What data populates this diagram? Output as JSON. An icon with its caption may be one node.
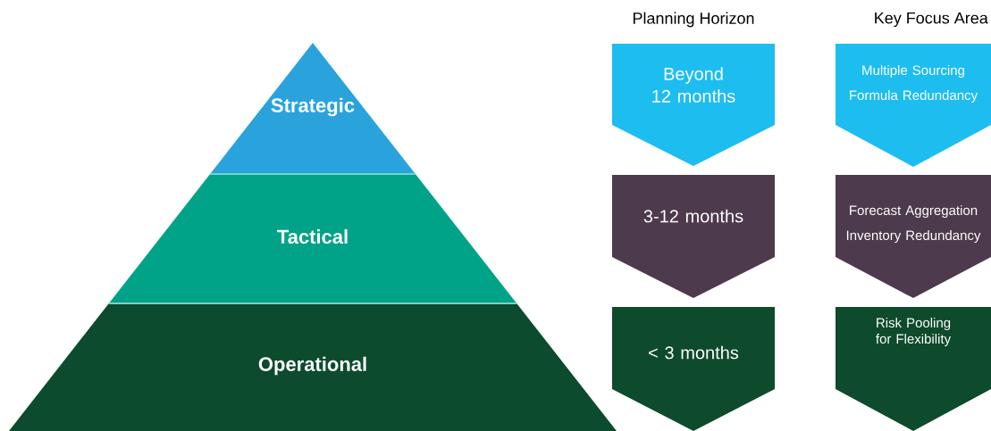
{
  "diagram": {
    "nodes": [
      {
        "text": [
          "Strategic"
        ]
      },
      {
        "text": [
          "Tactical"
        ]
      },
      {
        "text": [
          "Operational"
        ]
      },
      {
        "text": [
          "Beyond 12 months"
        ]
      },
      {
        "text": [
          "Multiple Sourcing",
          "Formula Redundancy"
        ]
      },
      {
        "text": [
          "3-12 months"
        ]
      },
      {
        "text": [
          "Forecast Aggregation",
          "Inventory Redundancy"
        ]
      },
      {
        "text": [
          "< 3 months"
        ]
      },
      {
        "text": [
          "Risk Pooling for Flexibility"
        ]
      }
    ],
    "labels": [
      "Planning Horizon",
      "Key Focus Area"
    ]
  }
}
